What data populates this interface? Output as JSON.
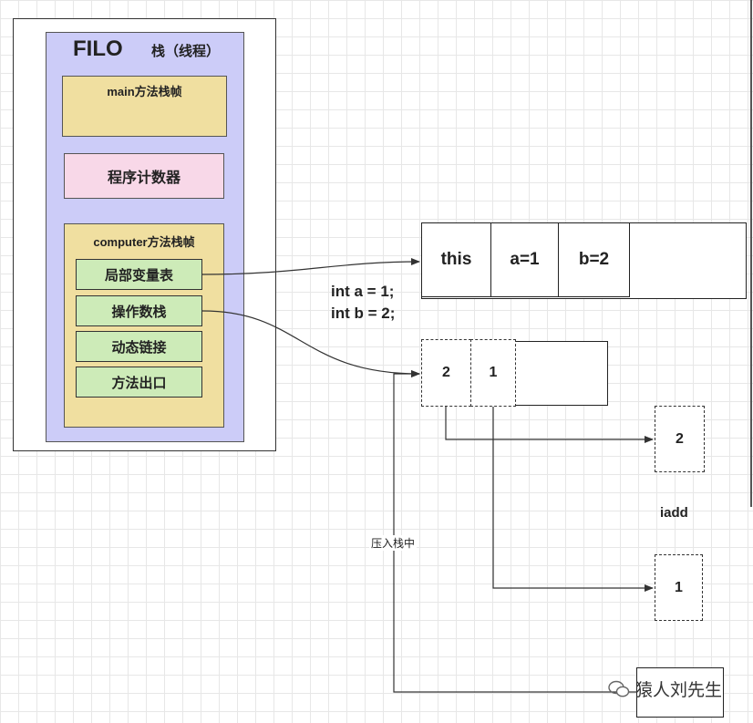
{
  "stack": {
    "filo": "FILO",
    "title": "栈（线程）",
    "main_frame": "main方法栈帧",
    "program_counter": "程序计数器",
    "computer_frame": "computer方法栈帧",
    "items": [
      "局部变量表",
      "操作数栈",
      "动态链接",
      "方法出口"
    ]
  },
  "local_vars": [
    "this",
    "a=1",
    "b=2"
  ],
  "code": [
    "int a = 1;",
    "int b = 2;"
  ],
  "operand_stack": [
    "2",
    "1"
  ],
  "popped": [
    "2",
    "1"
  ],
  "instruction": "iadd",
  "edge_label": "压入栈中",
  "watermark": "猿人刘先生"
}
